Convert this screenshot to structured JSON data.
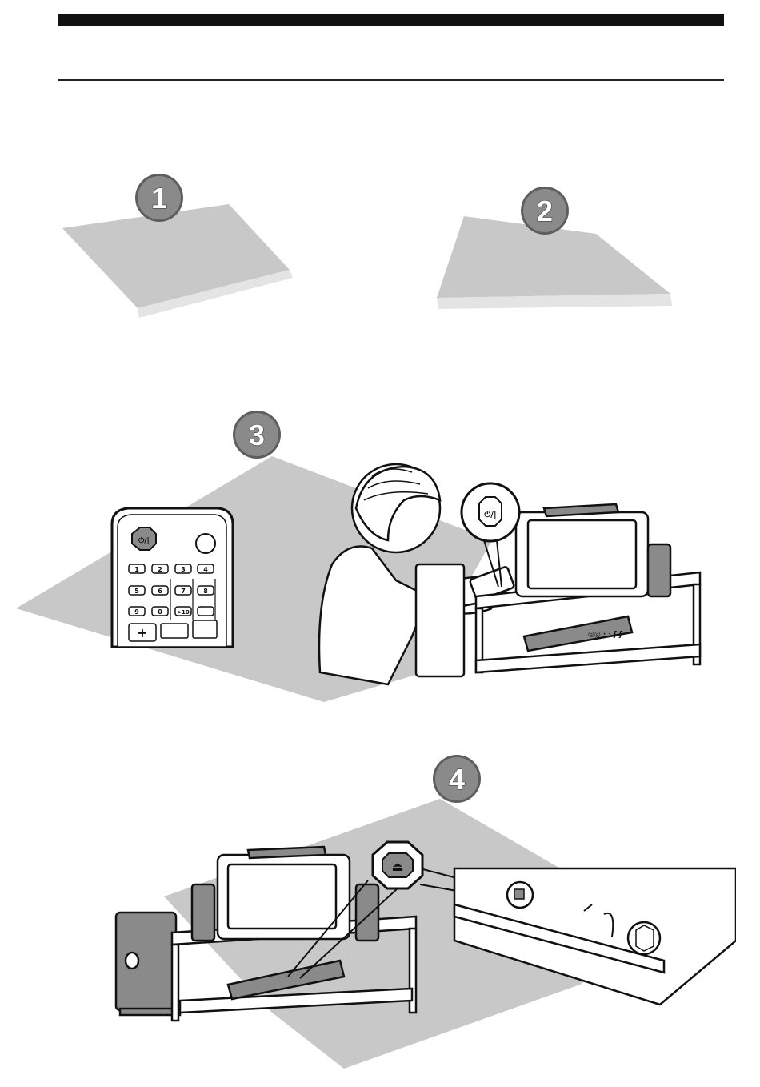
{
  "header": {
    "title": ""
  },
  "steps": [
    {
      "number": "1"
    },
    {
      "number": "2"
    },
    {
      "number": "3"
    },
    {
      "number": "4"
    }
  ],
  "remote": {
    "power_symbol": "⏻/|",
    "number_keys": [
      "1",
      "2",
      "3",
      "4",
      "5",
      "6",
      "7",
      "8",
      "9",
      "0",
      ">10"
    ],
    "plus_key": "+"
  },
  "callouts": {
    "power_button_symbol": "⏻/|",
    "eject_symbol": "⏏"
  },
  "colors": {
    "panel_gray": "#c8c8c8",
    "badge_gray": "#8a8a8a",
    "ink": "#111111"
  }
}
